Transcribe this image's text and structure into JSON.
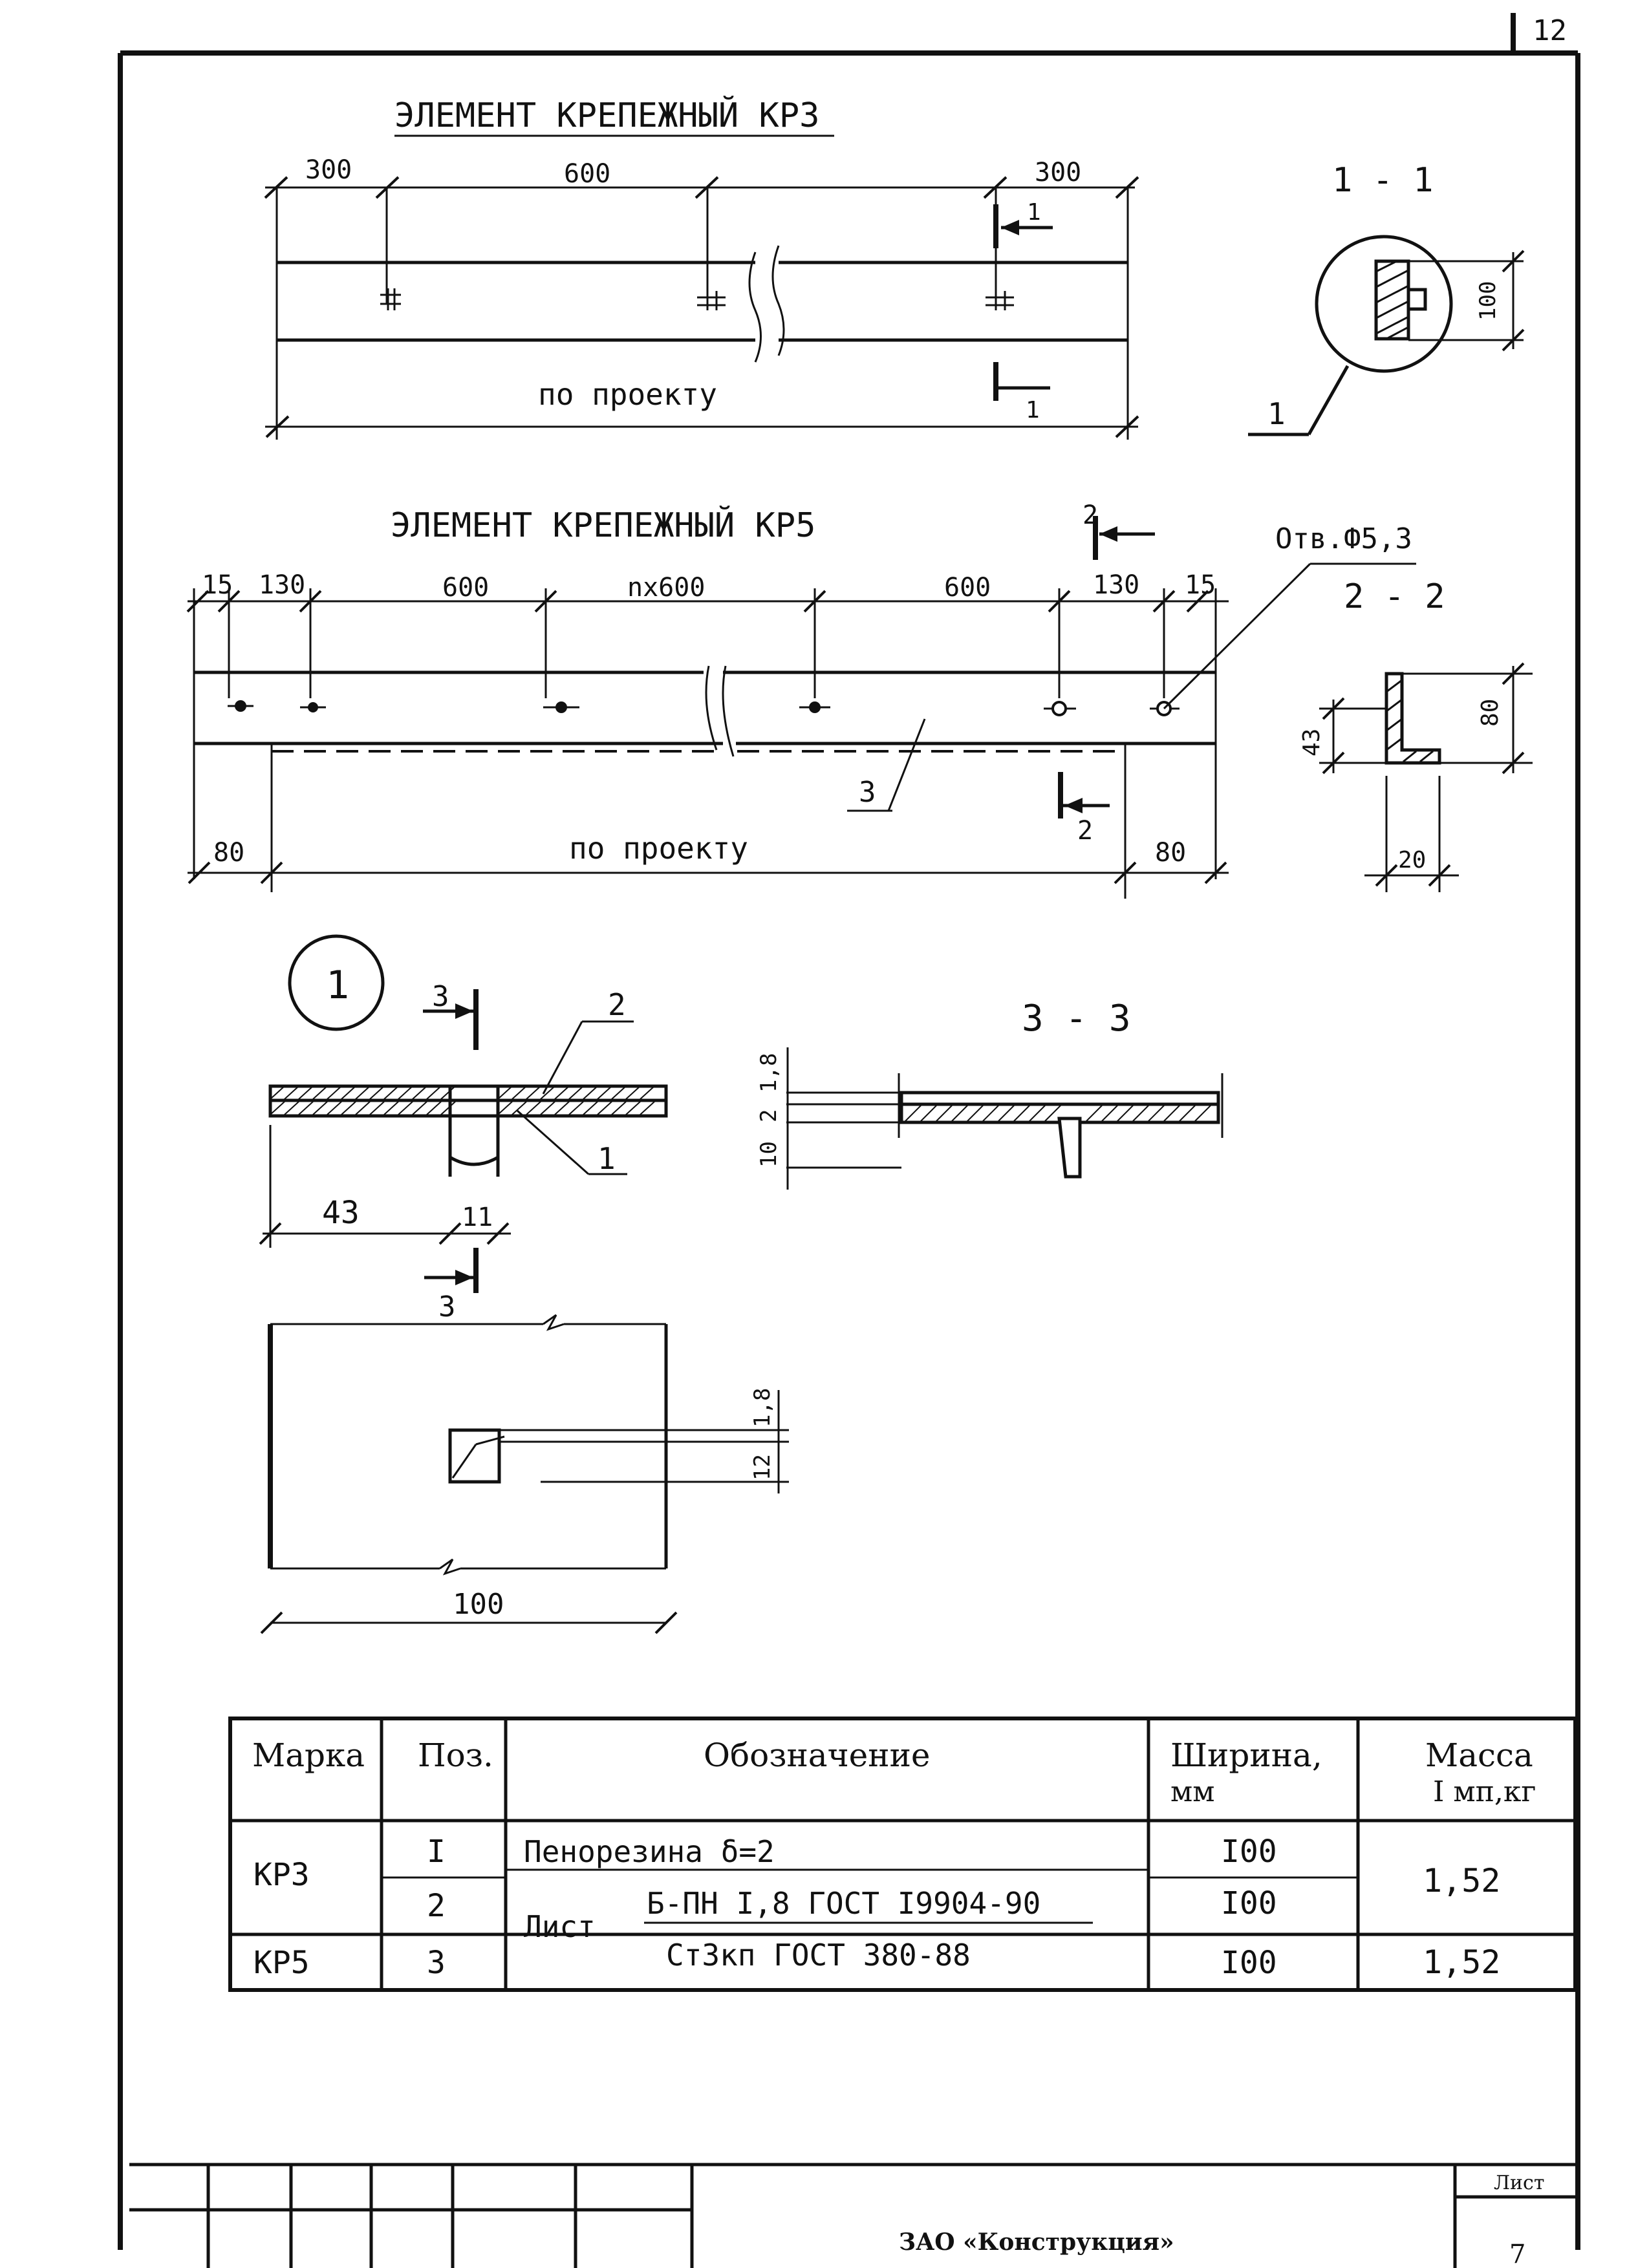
{
  "page_number": "12",
  "kr3": {
    "title": "ЭЛЕМЕНТ КРЕПЕЖНЫЙ КРЗ",
    "dim_left": "300",
    "dim_mid": "600",
    "dim_right": "300",
    "length_label": "по проекту",
    "section_mark": "1",
    "section_title": "1 - 1",
    "section_height": "100",
    "callout": "1"
  },
  "kr5": {
    "title": "ЭЛЕМЕНТ КРЕПЕЖНЫЙ КР5",
    "dims": [
      "15",
      "130",
      "600",
      "nx600",
      "600",
      "130",
      "15"
    ],
    "dim_left_bottom": "80",
    "dim_right_bottom": "80",
    "length_label": "по проекту",
    "section_mark": "2",
    "section_title": "2 - 2",
    "hole_label": "Отв.Ф5,3",
    "part_callout": "3",
    "section_h1": "43",
    "section_h2": "80",
    "section_w": "20"
  },
  "node": {
    "id": "1",
    "section_mark": "3",
    "pos_top": "2",
    "pos_bottom": "1",
    "dim_43": "43",
    "dim_11": "11",
    "section_title": "3 - 3",
    "dims_v": [
      "1,8",
      "2",
      "10"
    ],
    "plan_dims_v": [
      "1,8",
      "12"
    ],
    "plan_width": "100"
  },
  "table": {
    "headers": [
      "Марка",
      "Поз.",
      "Обозначение",
      "Ширина, мм",
      "Масса I мп,кг"
    ],
    "header_width_l1": "Ширина,",
    "header_width_l2": "мм",
    "header_mass_l1": "Масса",
    "header_mass_l2": "I мп,кг",
    "rows": [
      {
        "mark": "КРЗ",
        "pos": "I",
        "designation": "Пенорезина δ=2",
        "width": "I00",
        "mass": "1,52"
      },
      {
        "mark": "",
        "pos": "2",
        "designation": "Б-ПН I,8 ГОСТ I9904-90",
        "width": "I00",
        "mass": ""
      },
      {
        "mark": "КР5",
        "pos": "3",
        "designation": "СтЗкп ГОСТ 380-88",
        "width": "I00",
        "mass": "1,52"
      }
    ],
    "list_word": "Лист"
  },
  "title_block": {
    "company": "ЗАО «Конструкция»",
    "sheet_label": "Лист",
    "sheet_number": "7"
  }
}
